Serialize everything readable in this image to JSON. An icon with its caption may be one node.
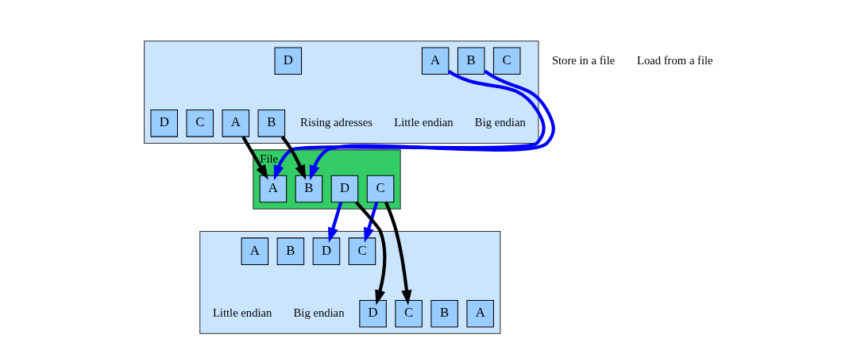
{
  "diagram": {
    "nodes": [
      {
        "text": [],
        "shape": "box"
      },
      {
        "text": [
          "A"
        ],
        "in": 0
      },
      {
        "text": [
          "B"
        ],
        "in": 0
      },
      {
        "text": [
          "C"
        ],
        "in": 0
      },
      {
        "text": [
          "D"
        ],
        "in": 0
      },
      {
        "text": [
          "D"
        ],
        "in": 0
      },
      {
        "text": [
          "C"
        ],
        "in": 0
      },
      {
        "text": [
          "B"
        ],
        "in": 0
      },
      {
        "text": [
          "A"
        ],
        "in": 0
      },
      {
        "text": [],
        "shape": "box"
      },
      {
        "text": [
          "A"
        ],
        "in": 9
      },
      {
        "text": [
          "B"
        ],
        "in": 9
      },
      {
        "text": [
          "C"
        ],
        "in": 9
      },
      {
        "text": [
          "D"
        ],
        "in": 9
      },
      {
        "text": [
          "D"
        ],
        "in": 9
      },
      {
        "text": [
          "C"
        ],
        "in": 9
      },
      {
        "text": [
          "B"
        ],
        "in": 9
      },
      {
        "text": [
          "A"
        ],
        "in": 9
      },
      {
        "text": [
          "File"
        ]
      },
      {
        "text": [
          "A"
        ],
        "in": 18
      },
      {
        "text": [
          "B"
        ],
        "in": 18
      },
      {
        "text": [
          "C"
        ],
        "in": 18
      },
      {
        "text": [
          "D"
        ],
        "in": 18
      }
    ],
    "edges": [
      {
        "from": 1,
        "to": 19,
        "arrow": "to",
        "color": "#0000ff"
      },
      {
        "from": 2,
        "to": 20,
        "arrow": "to",
        "color": "#0000ff"
      },
      {
        "from": 7,
        "to": 20,
        "arrow": "to",
        "color": "#000000"
      },
      {
        "from": 8,
        "to": 19,
        "arrow": "to",
        "color": "#000000"
      },
      {
        "from": 21,
        "to": 15,
        "arrow": "to",
        "color": "#000000"
      },
      {
        "from": 21,
        "to": 12,
        "arrow": "to",
        "color": "#0000ff"
      },
      {
        "from": 22,
        "to": 14,
        "arrow": "to",
        "color": "#000000"
      },
      {
        "from": 22,
        "to": 13,
        "arrow": "to",
        "color": "#0000ff"
      }
    ],
    "labels": [
      "Little endian",
      "Big endian",
      "Rising adresses",
      "Store in a file",
      "Little endian",
      "Big endian",
      "Load from a file"
    ]
  }
}
